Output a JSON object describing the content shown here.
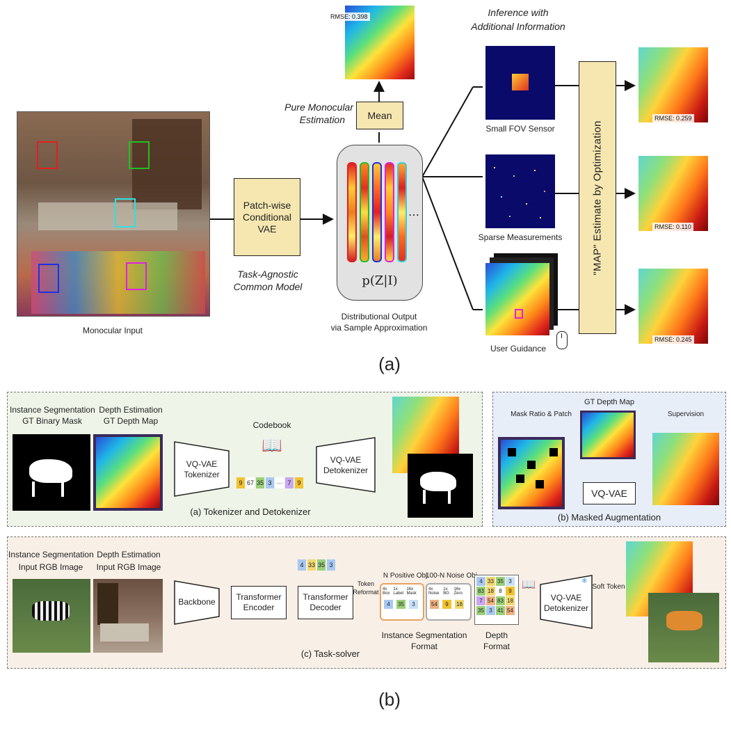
{
  "top": {
    "rmse_mean": "RMSE: 0.398",
    "pure_mono_1": "Pure Monocular",
    "pure_mono_2": "Estimation",
    "mean": "Mean",
    "vae_1": "Patch-wise",
    "vae_2": "Conditional",
    "vae_3": "VAE",
    "task_agnostic_1": "Task-Agnostic",
    "task_agnostic_2": "Common Model",
    "monocular_input": "Monocular Input",
    "pz": "p(Z|I)",
    "dist_out_1": "Distributional Output",
    "dist_out_2": "via Sample Approximation",
    "inference_1": "Inference with",
    "inference_2": "Additional Information",
    "small_fov": "Small FOV Sensor",
    "sparse": "Sparse Measurements",
    "user_guidance": "User Guidance",
    "map": "\"MAP\" Estimate by Optimization",
    "rmse_1": "RMSE: 0.259",
    "rmse_2": "RMSE: 0.110",
    "rmse_3": "RMSE: 0.245",
    "caption": "(a)"
  },
  "bottom": {
    "inst_seg_1": "Instance Segmentation",
    "inst_seg_2": "GT Binary Mask",
    "depth_est_1": "Depth Estimation",
    "depth_est_2": "GT Depth Map",
    "tokenizer_1": "VQ-VAE",
    "tokenizer_2": "Tokenizer",
    "codebook": "Codebook",
    "detok_1": "VQ-VAE",
    "detok_2": "Detokenizer",
    "tokens": [
      "9",
      "67",
      "35",
      "3",
      "···",
      "7",
      "9"
    ],
    "panel_a_caption": "(a) Tokenizer and Detokenizer",
    "mask_ratio": "Mask Ratio & Patch",
    "gt_depth": "GT Depth Map",
    "supervision": "Supervision",
    "vqvae": "VQ-VAE",
    "panel_b_caption": "(b) Masked Augmentation",
    "inst_in_1": "Instance Segmentation",
    "inst_in_2": "Input RGB Image",
    "depth_in_1": "Depth Estimation",
    "depth_in_2": "Input RGB Image",
    "backbone": "Backbone",
    "enc_1": "Transformer",
    "enc_2": "Encoder",
    "dec_1": "Transformer",
    "dec_2": "Decoder",
    "dec_tokens": [
      "4",
      "33",
      "35",
      "3"
    ],
    "reformat_1": "Token",
    "reformat_2": "Reformat",
    "n_pos": "N Positive Obj.",
    "n_noise": "100-N Noise Obj.",
    "pos_heads": [
      "4x Box",
      "1x Label",
      "16x Mask"
    ],
    "pos_vals": [
      "4",
      "35",
      "3"
    ],
    "noise_heads": [
      "4x Noise",
      "1x BG",
      "16x Zero"
    ],
    "noise_vals": [
      "54",
      "9",
      "18"
    ],
    "inst_fmt_1": "Instance Segmentation",
    "inst_fmt_2": "Format",
    "depth_grid": [
      [
        "4",
        "33",
        "35",
        "3"
      ],
      [
        "83",
        "18",
        "8",
        "9"
      ],
      [
        "7",
        "54",
        "83",
        "18"
      ],
      [
        "35",
        "3",
        "41",
        "54"
      ]
    ],
    "depth_fmt_1": "Depth",
    "depth_fmt_2": "Format",
    "detok2_1": "VQ-VAE",
    "detok2_2": "Detokenizer",
    "soft_token": "Soft Token",
    "panel_c_caption": "(c) Task-solver",
    "caption": "(b)"
  }
}
